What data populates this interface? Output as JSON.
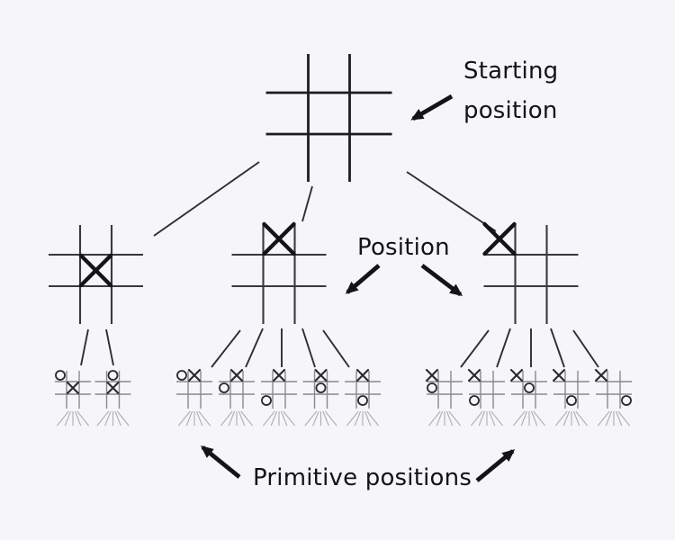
{
  "colors": {
    "background": "#f6f6f8",
    "board_large": "#1d1d1f",
    "board_medium": "#39393b",
    "board_small": "#8a8a8e",
    "mark_large": "#141416",
    "mark_small": "#2a2a2c",
    "edge": "#2e2e30",
    "fan": "#aeaeb2",
    "text": "#141416"
  },
  "labels": {
    "starting_line1": "Starting",
    "starting_line2": "position",
    "position": "Position",
    "primitive": "Primitive positions"
  },
  "tree": {
    "root": {
      "name": "starting-board",
      "cells": [
        "...",
        "...",
        "..."
      ]
    },
    "positions": [
      {
        "name": "position-board-center-x",
        "cells": [
          "...",
          ".X.",
          "..."
        ]
      },
      {
        "name": "position-board-top-middle-x",
        "cells": [
          ".X.",
          "...",
          "..."
        ]
      },
      {
        "name": "position-board-top-left-x",
        "cells": [
          "X..",
          "...",
          "..."
        ]
      }
    ],
    "primitive_groups": [
      {
        "boards": [
          {
            "cells": [
              "O..",
              ".X.",
              "..."
            ]
          },
          {
            "cells": [
              ".O.",
              ".X.",
              "..."
            ]
          }
        ]
      },
      {
        "boards": [
          {
            "cells": [
              "OX.",
              "...",
              "..."
            ]
          },
          {
            "cells": [
              ".X.",
              "O..",
              "..."
            ]
          },
          {
            "cells": [
              ".X.",
              "...",
              "O.."
            ]
          },
          {
            "cells": [
              ".X.",
              ".O.",
              "..."
            ]
          },
          {
            "cells": [
              ".X.",
              "...",
              ".O."
            ]
          }
        ]
      },
      {
        "boards": [
          {
            "cells": [
              "X..",
              "O..",
              "..."
            ]
          },
          {
            "cells": [
              "X..",
              "...",
              "O.."
            ]
          },
          {
            "cells": [
              "X..",
              ".O.",
              "..."
            ]
          },
          {
            "cells": [
              "X..",
              "...",
              ".O."
            ]
          },
          {
            "cells": [
              "X..",
              "...",
              "..O"
            ]
          }
        ]
      }
    ]
  }
}
